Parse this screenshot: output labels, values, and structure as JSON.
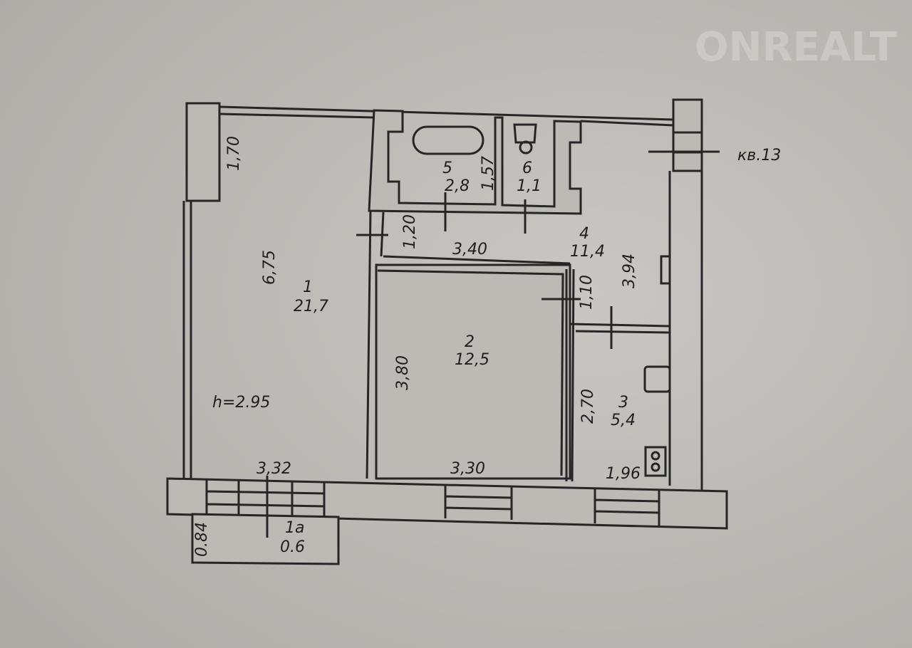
{
  "watermark": "ONREALT",
  "apartment_label": "кв.13",
  "ceiling_height": "h=2.95",
  "rooms": [
    {
      "number": "1",
      "area": "21,7"
    },
    {
      "number": "2",
      "area": "12,5"
    },
    {
      "number": "3",
      "area": "5,4"
    },
    {
      "number": "4",
      "area": "11,4"
    },
    {
      "number": "5",
      "area": "2,8"
    },
    {
      "number": "6",
      "area": "1,1"
    },
    {
      "number": "1а",
      "area": "0.6"
    }
  ],
  "dimensions": {
    "room1_top": "1,70",
    "room1_length": "6,75",
    "room1_width": "3,32",
    "bath_width": "1,57",
    "corridor_width": "1,20",
    "corridor_length": "3,40",
    "hall_length": "3,94",
    "hall_passage": "1,10",
    "room2_length": "3,80",
    "room2_width": "3,30",
    "kitchen_length": "2,70",
    "kitchen_width": "1,96",
    "balcony_depth": "0.84"
  }
}
